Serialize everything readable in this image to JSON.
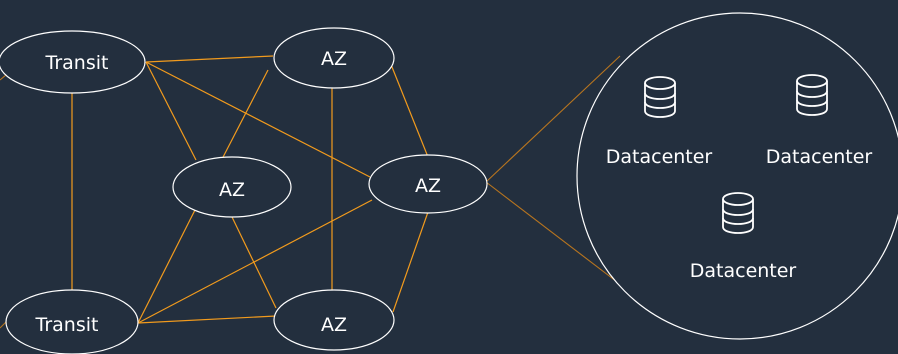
{
  "nodes": {
    "transit_top": {
      "label": "Transit"
    },
    "transit_bottom": {
      "label": "Transit"
    },
    "az_top": {
      "label": "AZ"
    },
    "az_left": {
      "label": "AZ"
    },
    "az_center": {
      "label": "AZ"
    },
    "az_bottom": {
      "label": "AZ"
    }
  },
  "datacenters": [
    {
      "label": "Datacenter",
      "icon": "database-icon"
    },
    {
      "label": "Datacenter",
      "icon": "database-icon"
    },
    {
      "label": "Datacenter",
      "icon": "database-icon"
    }
  ],
  "colors": {
    "background": "#232f3e",
    "link": "#f29b1d",
    "zoom_line": "#b8751f",
    "outline": "#ffffff",
    "text": "#ffffff"
  }
}
